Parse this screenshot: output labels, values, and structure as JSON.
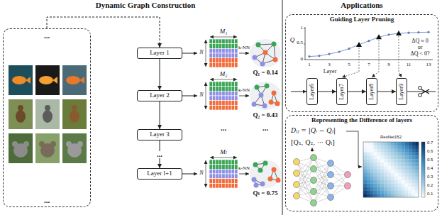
{
  "diagram": {
    "nodes": [
      {
        "text": [
          "...",
          "..."
        ]
      },
      {
        "text": [
          "Layer 1"
        ]
      },
      {
        "text": [
          "Layer 2"
        ]
      },
      {
        "text": [
          "Layer 3"
        ]
      },
      {
        "text": [
          "Layer l+1"
        ]
      },
      {
        "text": [
          "Guiding Layer Pruning"
        ]
      },
      {
        "text": [
          "Layer6"
        ],
        "in": 5
      },
      {
        "text": [
          "Layer7"
        ],
        "in": 5
      },
      {
        "text": [
          "Layer8"
        ],
        "in": 5
      },
      {
        "text": [
          "Layer9"
        ],
        "in": 5
      },
      {
        "text": [
          "Representing the Difference of layers"
        ]
      }
    ],
    "edges": [
      {
        "from": 0,
        "to": 1,
        "arrow": "to"
      },
      {
        "from": 1,
        "to": 2,
        "arrow": "to"
      },
      {
        "from": 2,
        "to": 3,
        "arrow": "to"
      },
      {
        "from": 3,
        "to": 4,
        "label": "...",
        "arrow": "to"
      },
      {
        "from": 6,
        "to": 7,
        "arrow": "to"
      },
      {
        "from": 7,
        "to": 8,
        "arrow": "to"
      },
      {
        "from": 8,
        "to": 9,
        "arrow": "to"
      }
    ],
    "labels": [
      "Dynamic Graph Construction",
      "Applications",
      "M₁",
      "N",
      "k-NN",
      "Q₁ = 0.14",
      "M₂",
      "N",
      "k-NN",
      "Q₂ = 0.43",
      "...",
      "...",
      "Mₗ",
      "N",
      "k-NN",
      "Qₗ = 0.75",
      "Q",
      "1",
      "0.5",
      "0",
      "1",
      "3",
      "5",
      "7",
      "9",
      "11",
      "13",
      "Layer",
      "ΔQ ≈ 0",
      "or",
      "ΔQ < 0?",
      "Dᵢⱼ = |Qᵢ − Qⱼ|",
      "[Q₁, Q₂, ⋯ Qₗ]",
      "ResNet152",
      "0.7",
      "0.6",
      "0.5",
      "0.4",
      "0.3",
      "0.2",
      "0.1"
    ]
  }
}
